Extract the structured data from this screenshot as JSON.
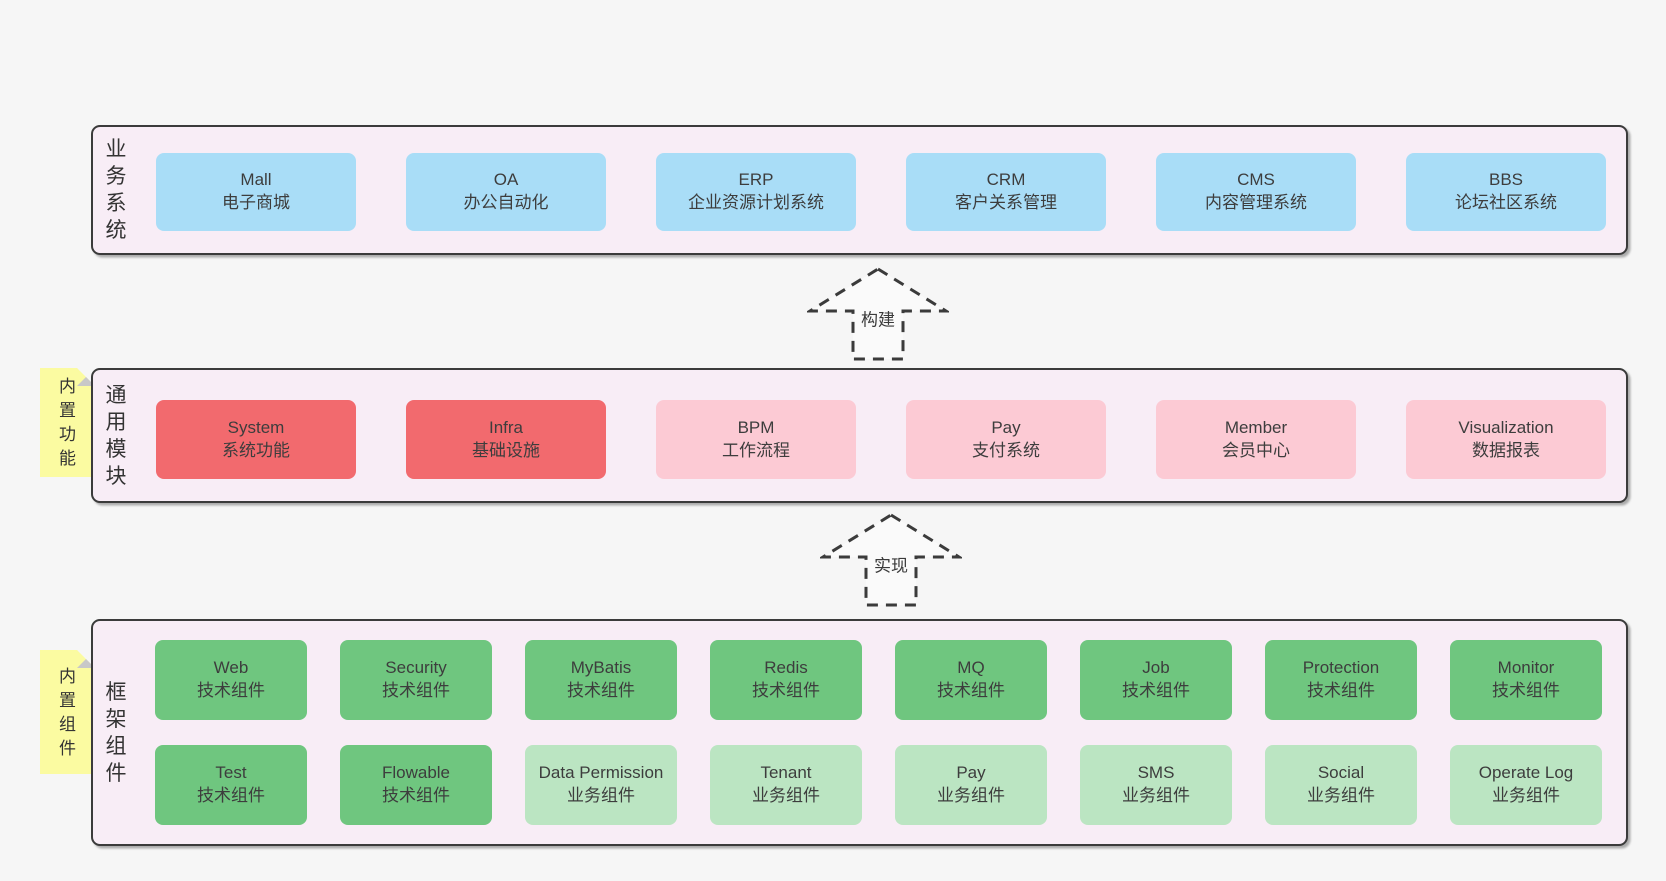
{
  "colors": {
    "page_bg": "#f6f6f6",
    "container_bg": "#f8edf6",
    "container_border": "#3b3b3b",
    "blue": "#a9ddf7",
    "red": "#f26a6e",
    "pink": "#fccad4",
    "green": "#6fc67f",
    "lightgreen": "#bbe5c2",
    "tab_bg": "#fbfba1",
    "tab_fold": "#c8c8c8",
    "text": "#3d3d3d",
    "arrow_dash": "#3b3b3b"
  },
  "arrows": [
    {
      "label": "构建"
    },
    {
      "label": "实现"
    }
  ],
  "tiers": [
    {
      "id": "business",
      "label": "业务系统",
      "tab": null,
      "rows": [
        [
          {
            "en": "Mall",
            "zh": "电子商城",
            "type": "blue"
          },
          {
            "en": "OA",
            "zh": "办公自动化",
            "type": "blue"
          },
          {
            "en": "ERP",
            "zh": "企业资源计划系统",
            "type": "blue"
          },
          {
            "en": "CRM",
            "zh": "客户关系管理",
            "type": "blue"
          },
          {
            "en": "CMS",
            "zh": "内容管理系统",
            "type": "blue"
          },
          {
            "en": "BBS",
            "zh": "论坛社区系统",
            "type": "blue"
          }
        ]
      ]
    },
    {
      "id": "modules",
      "label": "通用模块",
      "tab": "内置功能",
      "rows": [
        [
          {
            "en": "System",
            "zh": "系统功能",
            "type": "red"
          },
          {
            "en": "Infra",
            "zh": "基础设施",
            "type": "red"
          },
          {
            "en": "BPM",
            "zh": "工作流程",
            "type": "pink"
          },
          {
            "en": "Pay",
            "zh": "支付系统",
            "type": "pink"
          },
          {
            "en": "Member",
            "zh": "会员中心",
            "type": "pink"
          },
          {
            "en": "Visualization",
            "zh": "数据报表",
            "type": "pink"
          }
        ]
      ]
    },
    {
      "id": "framework",
      "label": "框架组件",
      "tab": "内置组件",
      "rows": [
        [
          {
            "en": "Web",
            "zh": "技术组件",
            "type": "green"
          },
          {
            "en": "Security",
            "zh": "技术组件",
            "type": "green"
          },
          {
            "en": "MyBatis",
            "zh": "技术组件",
            "type": "green"
          },
          {
            "en": "Redis",
            "zh": "技术组件",
            "type": "green"
          },
          {
            "en": "MQ",
            "zh": "技术组件",
            "type": "green"
          },
          {
            "en": "Job",
            "zh": "技术组件",
            "type": "green"
          },
          {
            "en": "Protection",
            "zh": "技术组件",
            "type": "green"
          },
          {
            "en": "Monitor",
            "zh": "技术组件",
            "type": "green"
          }
        ],
        [
          {
            "en": "Test",
            "zh": "技术组件",
            "type": "green"
          },
          {
            "en": "Flowable",
            "zh": "技术组件",
            "type": "green"
          },
          {
            "en": "Data Permission",
            "zh": "业务组件",
            "type": "lightgreen"
          },
          {
            "en": "Tenant",
            "zh": "业务组件",
            "type": "lightgreen"
          },
          {
            "en": "Pay",
            "zh": "业务组件",
            "type": "lightgreen"
          },
          {
            "en": "SMS",
            "zh": "业务组件",
            "type": "lightgreen"
          },
          {
            "en": "Social",
            "zh": "业务组件",
            "type": "lightgreen"
          },
          {
            "en": "Operate Log",
            "zh": "业务组件",
            "type": "lightgreen"
          }
        ]
      ]
    }
  ]
}
